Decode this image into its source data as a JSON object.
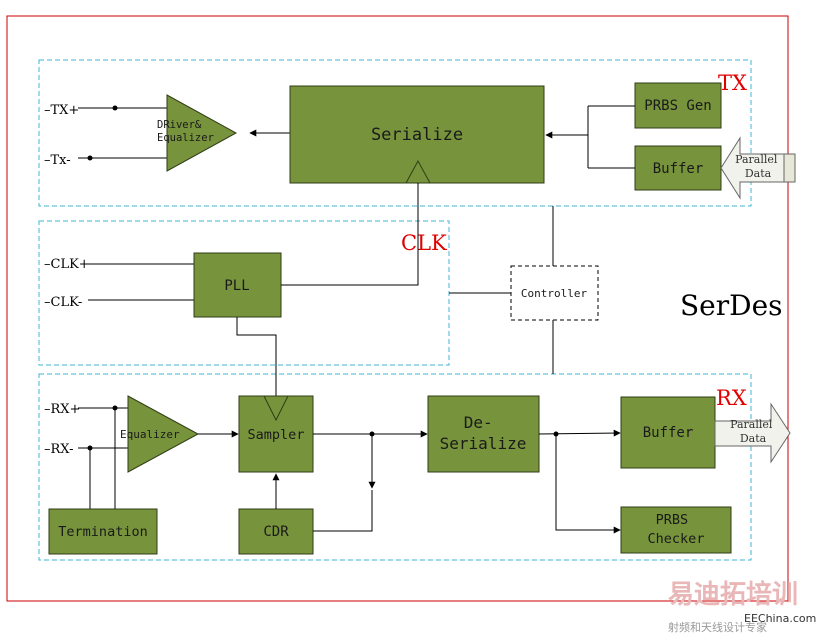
{
  "diagram": {
    "title": "SerDes",
    "sections": {
      "tx": "TX",
      "clk": "CLK",
      "rx": "RX"
    },
    "pins": {
      "tx_plus": "TX+",
      "tx_minus": "Tx-",
      "clk_plus": "CLK+",
      "clk_minus": "CLK-",
      "rx_plus": "RX+",
      "rx_minus": "RX-"
    },
    "blocks": {
      "driver_equalizer": [
        "DRiver&",
        "Equalizer"
      ],
      "serialize": "Serialize",
      "prbs_gen": "PRBS Gen",
      "tx_buffer": "Buffer",
      "pll": "PLL",
      "controller": "Controller",
      "rx_equalizer": "Equalizer",
      "sampler": "Sampler",
      "deserialize": [
        "De-",
        "Serialize"
      ],
      "rx_buffer": "Buffer",
      "prbs_checker": [
        "PRBS",
        "Checker"
      ],
      "termination": "Termination",
      "cdr": "CDR"
    },
    "io": {
      "tx_parallel": [
        "Parallel",
        "Data"
      ],
      "rx_parallel": [
        "Parallel",
        "Data"
      ]
    },
    "watermark": {
      "brand": "易迪拓培训",
      "url": "EEChina.com",
      "tagline": "射频和天线设计专家"
    },
    "colors": {
      "block_fill": "#77933c",
      "block_stroke": "#2f3d16",
      "frame": "#cc0000",
      "section_border": "#3fb6d6",
      "section_label": "#e00000",
      "watermark": "#e9b7b7"
    }
  }
}
